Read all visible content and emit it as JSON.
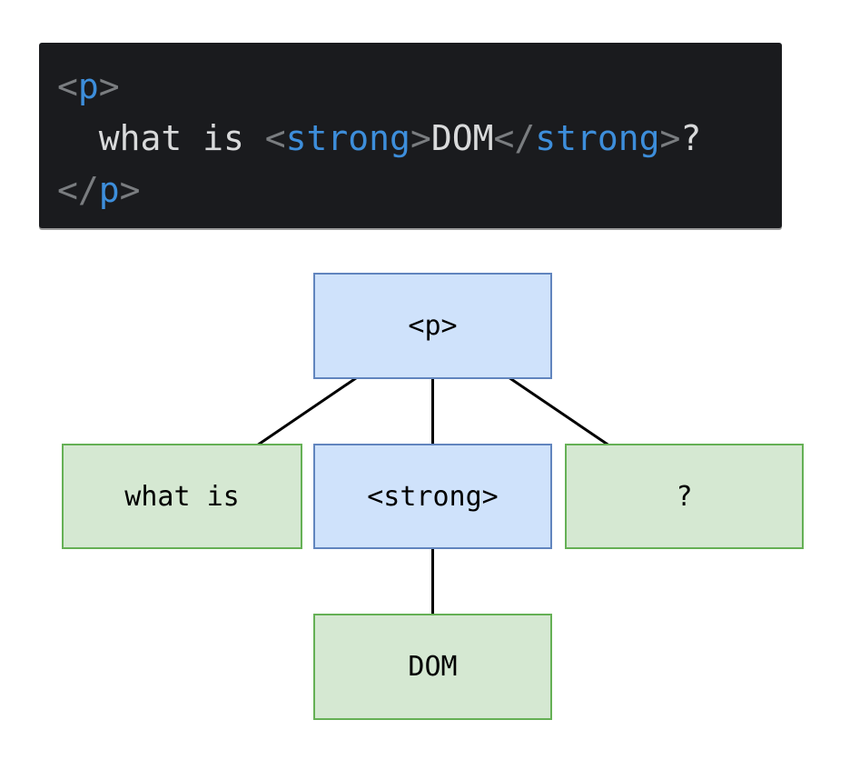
{
  "code_block": {
    "lines": [
      {
        "tokens": [
          {
            "t": "<",
            "c": "punct"
          },
          {
            "t": "p",
            "c": "tag"
          },
          {
            "t": ">",
            "c": "punct"
          }
        ]
      },
      {
        "tokens": [
          {
            "t": "  what is ",
            "c": "plain"
          },
          {
            "t": "<",
            "c": "punct"
          },
          {
            "t": "strong",
            "c": "tag"
          },
          {
            "t": ">",
            "c": "punct"
          },
          {
            "t": "DOM",
            "c": "plain"
          },
          {
            "t": "</",
            "c": "punct"
          },
          {
            "t": "strong",
            "c": "tag"
          },
          {
            "t": ">",
            "c": "punct"
          },
          {
            "t": "?",
            "c": "plain"
          }
        ]
      },
      {
        "tokens": [
          {
            "t": "</",
            "c": "punct"
          },
          {
            "t": "p",
            "c": "tag"
          },
          {
            "t": ">",
            "c": "punct"
          }
        ]
      }
    ],
    "colors": {
      "background": "#1a1b1e",
      "tag": "#3d8edb",
      "punct": "#7a7d80",
      "plain": "#d9dadb"
    }
  },
  "tree": {
    "nodes": [
      {
        "id": "p",
        "label": "<p>",
        "kind": "element"
      },
      {
        "id": "what-is",
        "label": "what is",
        "kind": "text"
      },
      {
        "id": "strong",
        "label": "<strong>",
        "kind": "element"
      },
      {
        "id": "question",
        "label": "?",
        "kind": "text"
      },
      {
        "id": "dom",
        "label": "DOM",
        "kind": "text"
      }
    ],
    "edges": [
      {
        "from": "p",
        "to": "what-is"
      },
      {
        "from": "p",
        "to": "strong"
      },
      {
        "from": "p",
        "to": "question"
      },
      {
        "from": "strong",
        "to": "dom"
      }
    ],
    "colors": {
      "element_fill": "#cfe2fb",
      "element_border": "#6185be",
      "text_fill": "#d5e8d2",
      "text_border": "#65b055",
      "edge": "#000000",
      "label": "#000000"
    }
  }
}
